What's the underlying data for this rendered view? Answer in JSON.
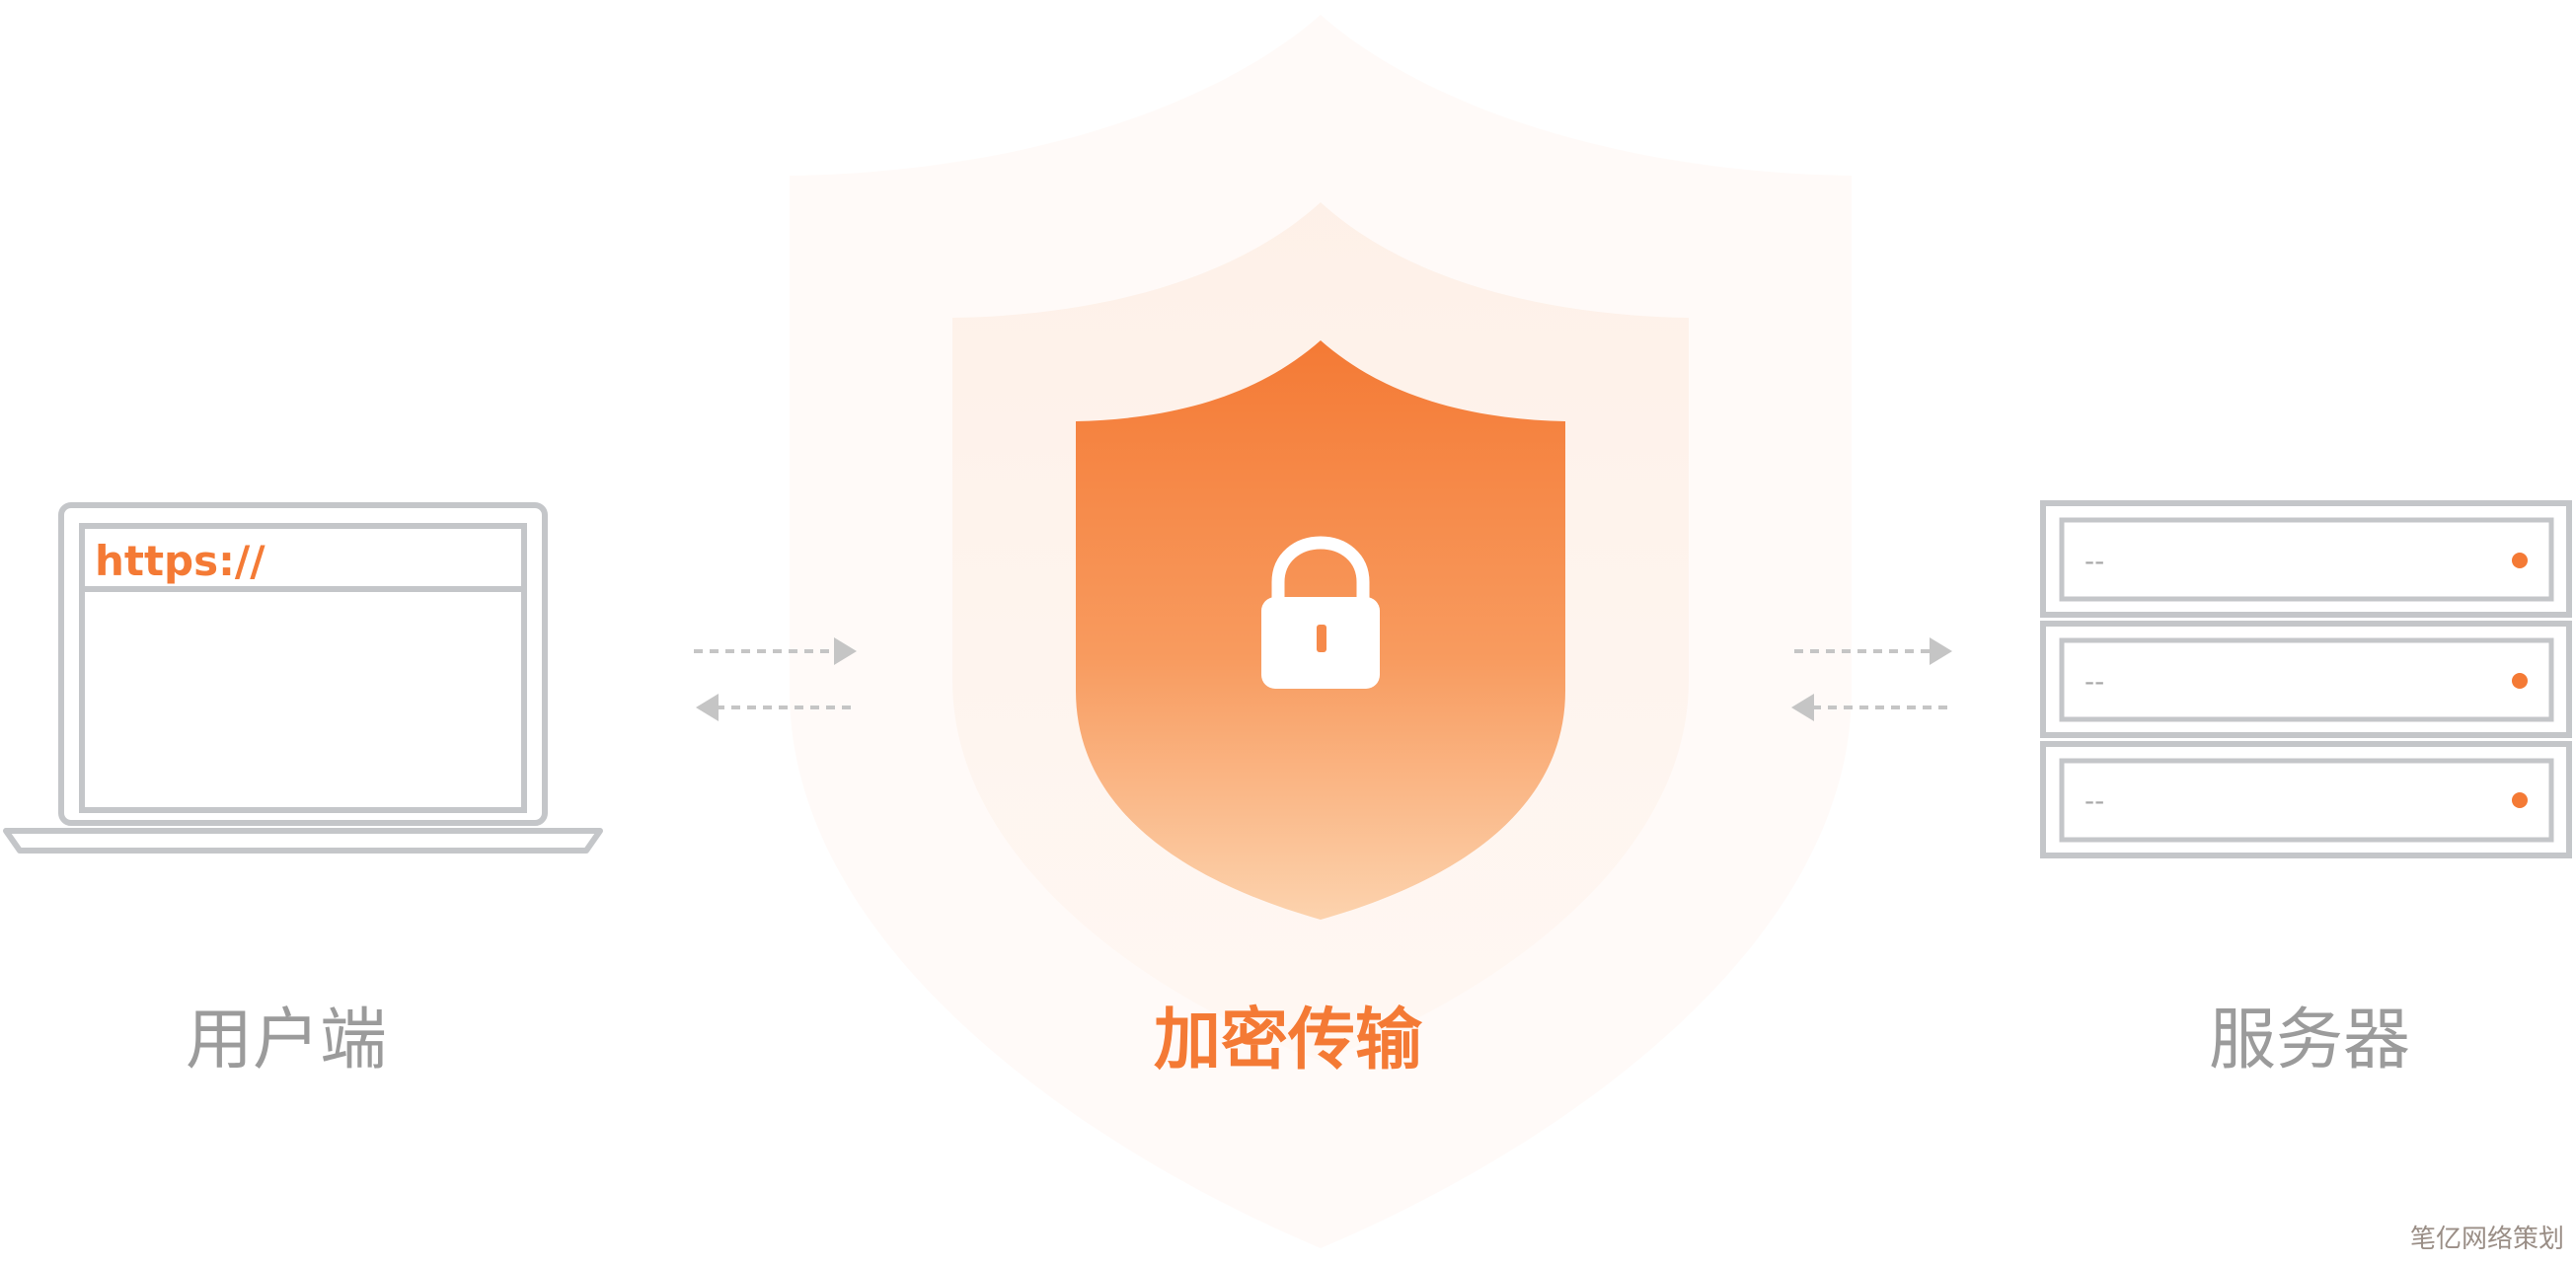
{
  "client": {
    "url_text": "https://",
    "label": "用户端"
  },
  "center": {
    "label": "加密传输"
  },
  "server": {
    "rack_labels": [
      "--",
      "--",
      "--"
    ],
    "label": "服务器"
  },
  "watermark": "笔亿网络策划",
  "colors": {
    "accent": "#f47a35",
    "accent_light": "#fcd3ae",
    "outline": "#c4c6c9",
    "caption_gray": "#9b9b9b",
    "arrow_gray": "#c5c5c5"
  },
  "icons": [
    "laptop-icon",
    "shield-icon",
    "lock-icon",
    "server-icon",
    "arrow-right-icon",
    "arrow-left-icon"
  ]
}
